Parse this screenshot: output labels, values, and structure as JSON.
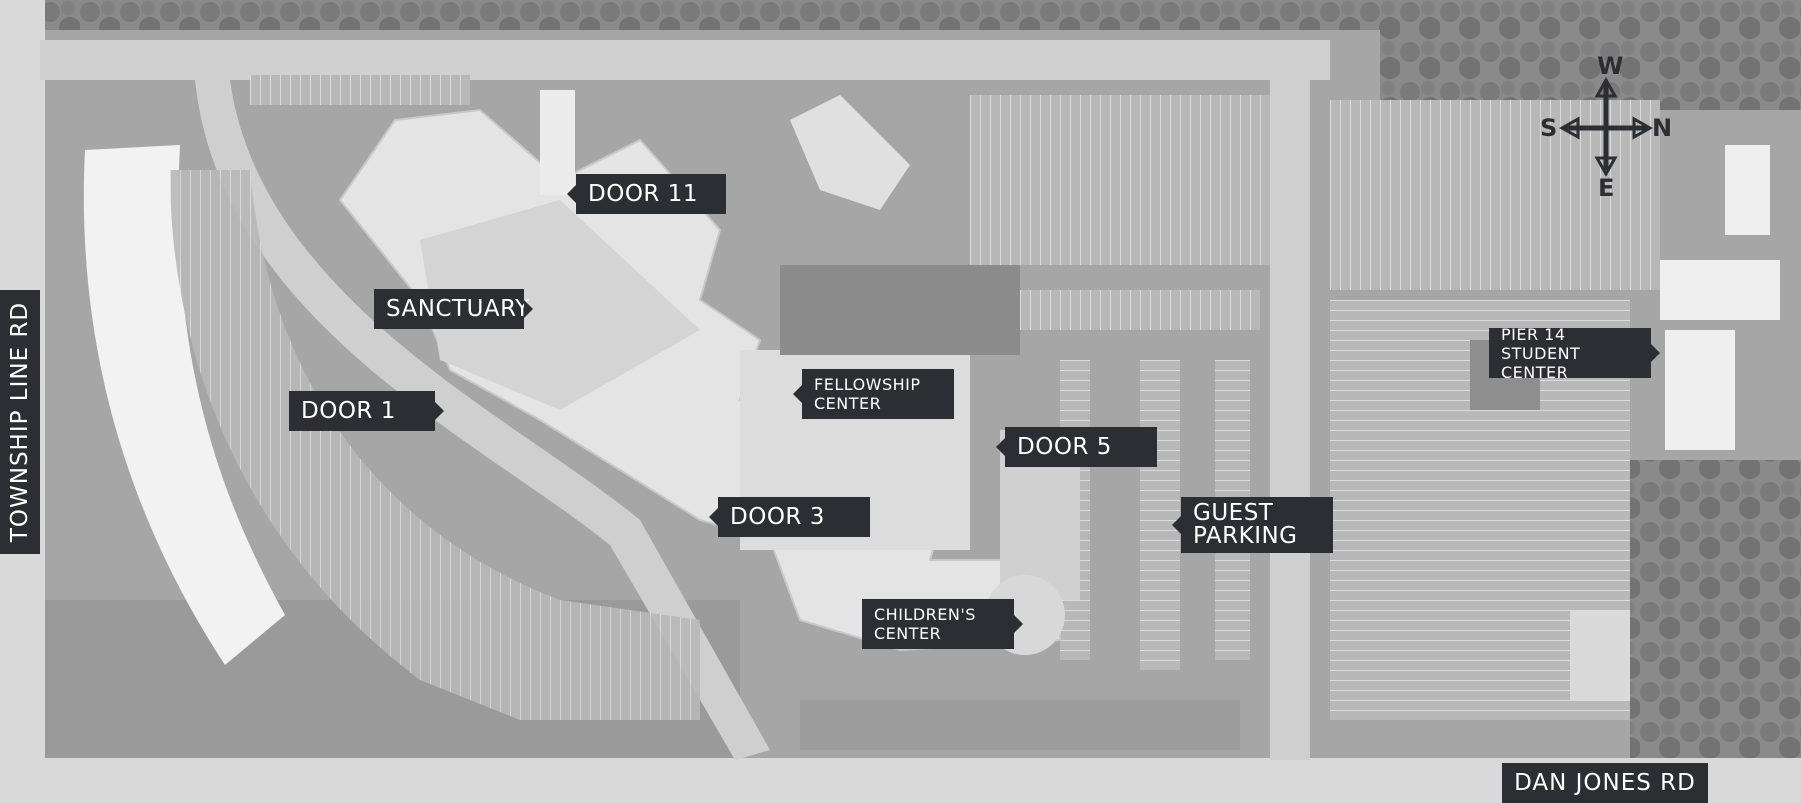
{
  "map": {
    "labels": {
      "door11": "DOOR 11",
      "sanctuary": "SANCTUARY",
      "door1": "DOOR 1",
      "fellowship": "FELLOWSHIP CENTER",
      "door5": "DOOR 5",
      "door3": "DOOR 3",
      "guest_parking": "GUEST PARKING",
      "childrens": "CHILDREN'S CENTER",
      "pier14": "PIER 14 STUDENT CENTER"
    },
    "roads": {
      "west": "TOWNSHIP LINE RD",
      "south": "DAN JONES RD"
    },
    "compass": {
      "top": "W",
      "left": "S",
      "right": "N",
      "bottom": "E"
    },
    "colors": {
      "label_bg": "#2b2e33",
      "label_text": "#ffffff"
    }
  }
}
